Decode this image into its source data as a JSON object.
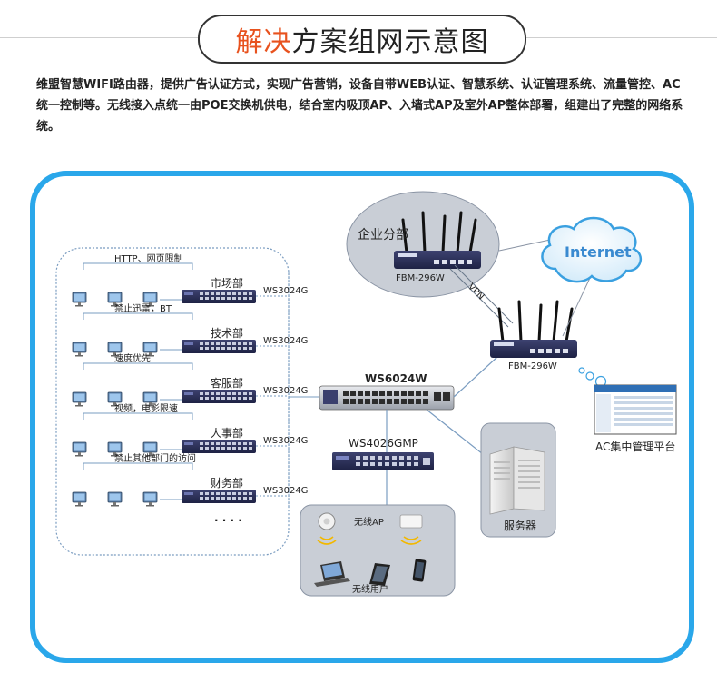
{
  "title": {
    "highlight": "解决",
    "rest": "方案组网示意图"
  },
  "intro": "维盟智慧WIFI路由器，提供广告认证方式，实现广告营销，设备自带WEB认证、智慧系统、认证管理系统、流量管控、AC统一控制等。无线接入点统一由POE交换机供电，结合室内吸顶AP、入墙式AP及室外AP整体部署，组建出了完整的网络系统。",
  "departments": [
    {
      "name": "市场部",
      "switch": "WS3024G",
      "policy": "HTTP、网页限制"
    },
    {
      "name": "技术部",
      "switch": "WS3024G",
      "policy": "禁止迅雷，BT"
    },
    {
      "name": "客服部",
      "switch": "WS3024G",
      "policy": "速度优先"
    },
    {
      "name": "人事部",
      "switch": "WS3024G",
      "policy": "视频，电影限速"
    },
    {
      "name": "财务部",
      "switch": "WS3024G",
      "policy": "禁止其他部门的访问"
    }
  ],
  "more": "· · · ·",
  "core_switch": "WS6024W",
  "poe_switch": "WS4026GMP",
  "branch": {
    "label": "企业分部",
    "router": "FBM-296W"
  },
  "main_router": "FBM-296W",
  "vpn": "VPN",
  "internet": "Internet",
  "ac_platform": "AC集中管理平台",
  "server": "服务器",
  "wireless_ap": "无线AP",
  "wireless_users": "无线用户",
  "colors": {
    "frame": "#2aa7ea",
    "accent": "#e8521e",
    "device": "#2b2f5a",
    "cloud": "#3aa0e0"
  },
  "icons": [
    "computer-icon",
    "switch-icon",
    "router-icon",
    "cloud-icon",
    "server-icon",
    "access-point-icon",
    "laptop-icon",
    "tablet-icon",
    "phone-icon",
    "monitor-icon"
  ]
}
